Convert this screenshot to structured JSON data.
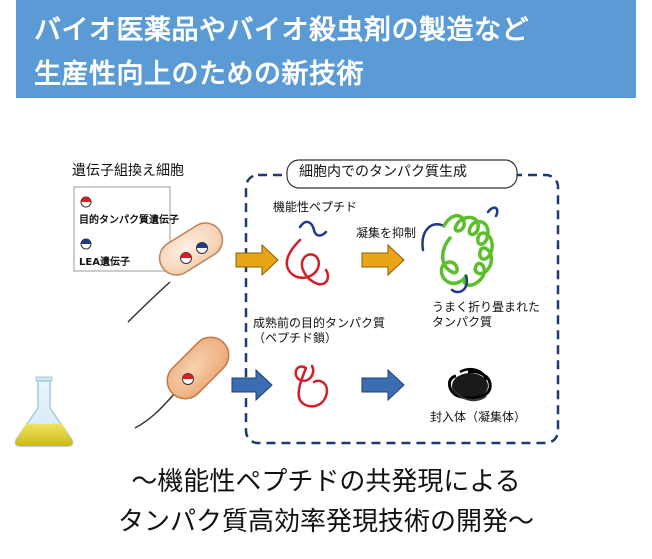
{
  "header": {
    "line1": "バイオ医薬品やバイオ殺虫剤の製造など",
    "line2": "生産性向上のための新技術",
    "bg_color": "#5b9bd5"
  },
  "legend": {
    "title": "遺伝子組換え細胞",
    "target_gene": "目的タンパク質遺伝子",
    "lea_gene": "LEA遺伝子"
  },
  "panel": {
    "title": "細胞内でのタンパク質生成"
  },
  "labels": {
    "functional_peptide": "機能性ペプチド",
    "suppress_aggregation": "凝集を抑制",
    "folded_protein_1": "うまく折り畳まれた",
    "folded_protein_2": "タンパク質",
    "immature_protein_1": "成熟前の目的タンパク質",
    "immature_protein_2": "（ペプチド鎖）",
    "inclusion_body": "封入体（凝集体）"
  },
  "caption": {
    "line1": "～機能性ペプチドの共発現による",
    "line2": "タンパク質高効率発現技術の開発～"
  },
  "colors": {
    "accent_arrow": "#e8a517",
    "blue_arrow": "#3b6db3",
    "red_chain": "#d2202a",
    "green_fold": "#5bbf2a",
    "navy_peptide": "#1f3a8a",
    "cell_fill": "#f9e2cf",
    "cell_stroke": "#c28a5d"
  }
}
